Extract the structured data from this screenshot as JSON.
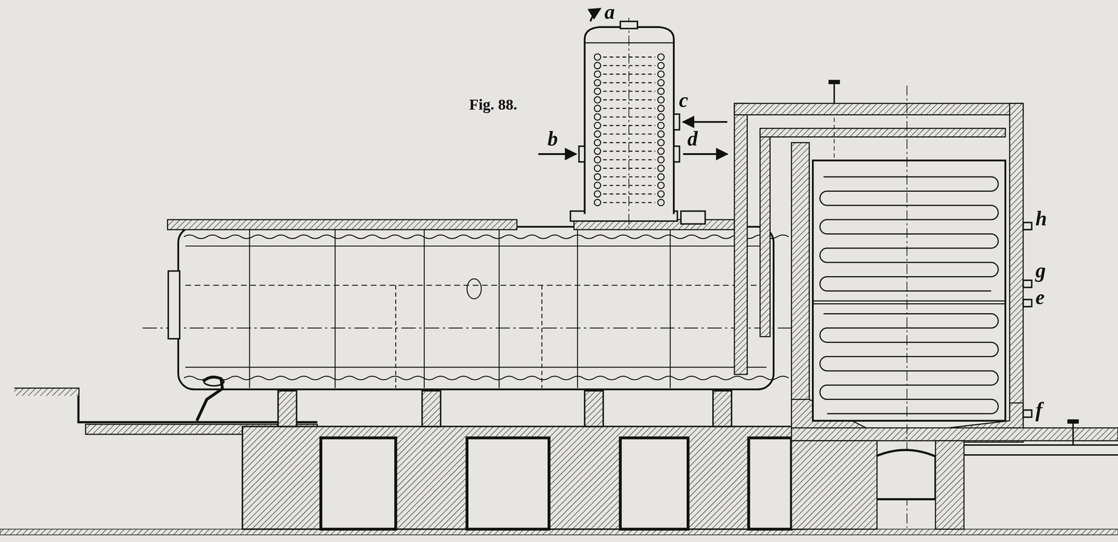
{
  "diagram": {
    "labels": [
      "Fig. 88.",
      "a",
      "c",
      "b",
      "d",
      "h",
      "g",
      "e",
      "f"
    ]
  }
}
